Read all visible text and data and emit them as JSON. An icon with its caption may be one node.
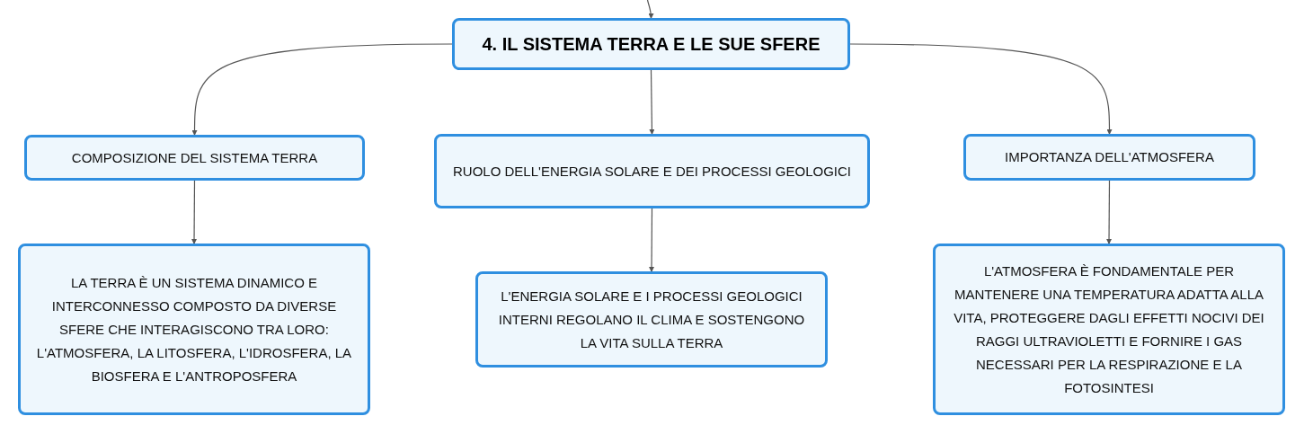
{
  "diagram": {
    "nodes": [
      {
        "text": [
          "4. IL SISTEMA TERRA E LE SUE SFERE"
        ]
      },
      {
        "text": [
          "COMPOSIZIONE DEL SISTEMA TERRA"
        ]
      },
      {
        "text": [
          "RUOLO DELL'ENERGIA SOLARE E DEI PROCESSI GEOLOGICI"
        ]
      },
      {
        "text": [
          "IMPORTANZA DELL'ATMOSFERA"
        ]
      },
      {
        "text": [
          "LA TERRA È UN SISTEMA DINAMICO E INTERCONNESSO COMPOSTO DA DIVERSE SFERE CHE INTERAGISCONO TRA LORO: L'ATMOSFERA, LA LITOSFERA, L'IDROSFERA, LA BIOSFERA E L'ANTROPOSFERA"
        ]
      },
      {
        "text": [
          "L'ENERGIA SOLARE E I PROCESSI GEOLOGICI INTERNI REGOLANO IL CLIMA E SOSTENGONO LA VITA SULLA TERRA"
        ]
      },
      {
        "text": [
          "L'ATMOSFERA È FONDAMENTALE PER MANTENERE UNA TEMPERATURA ADATTA ALLA VITA, PROTEGGERE DAGLI EFFETTI NOCIVI DEI RAGGI ULTRAVIOLETTI E FORNIRE I GAS NECESSARI PER LA RESPIRAZIONE E LA FOTOSINTESI"
        ]
      }
    ],
    "edges": [
      {
        "from": null,
        "to": 0,
        "arrow": "to"
      },
      {
        "from": 0,
        "to": 1,
        "arrow": "to"
      },
      {
        "from": 0,
        "to": 2,
        "arrow": "to"
      },
      {
        "from": 0,
        "to": 3,
        "arrow": "to"
      },
      {
        "from": 1,
        "to": 4,
        "arrow": "to"
      },
      {
        "from": 2,
        "to": 5,
        "arrow": "to"
      },
      {
        "from": 3,
        "to": 6,
        "arrow": "to"
      }
    ]
  }
}
